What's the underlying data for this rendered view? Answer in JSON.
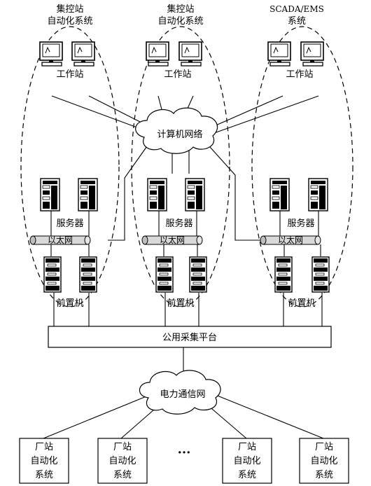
{
  "groups": [
    {
      "title": [
        "集控站",
        "自动化系统"
      ],
      "workstation": "工作站",
      "server": "服务器",
      "ethernet": "以太网",
      "frontend": "前置机"
    },
    {
      "title": [
        "集控站",
        "自动化系统"
      ],
      "workstation": "工作站",
      "server": "服务器",
      "ethernet": "以太网",
      "frontend": "前置机"
    },
    {
      "title": [
        "SCADA/EMS",
        "系统"
      ],
      "workstation": "工作站",
      "server": "服务器",
      "ethernet": "以太网",
      "frontend": "前置机"
    }
  ],
  "network_cloud": "计算机网络",
  "platform": "公用采集平台",
  "comm_cloud": "电力通信网",
  "stations": [
    [
      "厂站",
      "自动化",
      "系统"
    ],
    [
      "厂站",
      "自动化",
      "系统"
    ],
    [
      "厂站",
      "自动化",
      "系统"
    ],
    [
      "厂站",
      "自动化",
      "系统"
    ]
  ],
  "ellipsis": "···"
}
